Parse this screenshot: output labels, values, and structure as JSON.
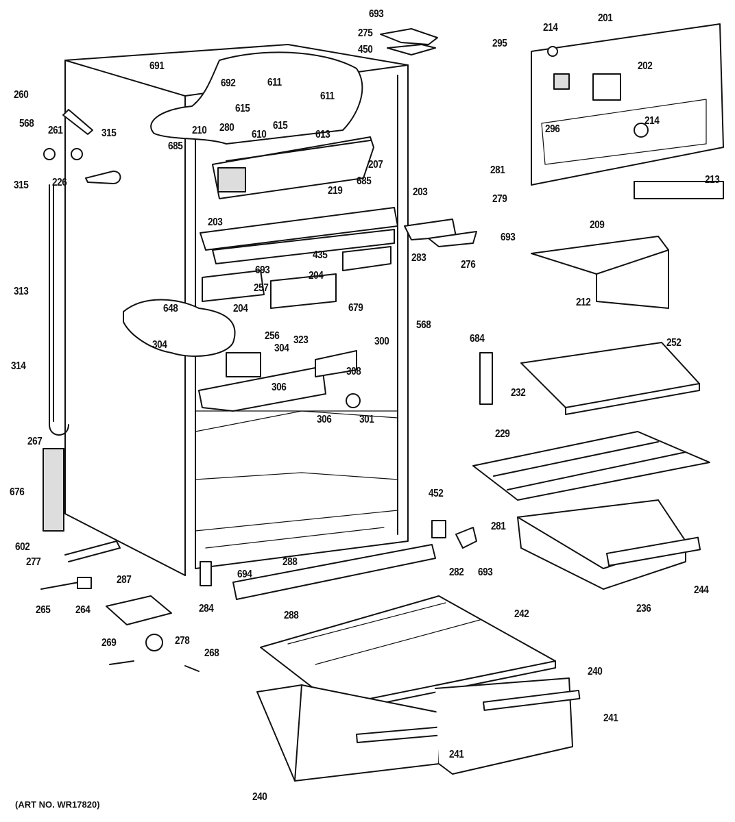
{
  "labels": [
    "693",
    "275",
    "450",
    "295",
    "214",
    "201",
    "202",
    "296",
    "214",
    "691",
    "692",
    "611",
    "611",
    "615",
    "615",
    "610",
    "613",
    "280",
    "260",
    "261",
    "568",
    "315",
    "315",
    "226",
    "685",
    "210",
    "207",
    "685",
    "281",
    "279",
    "213",
    "203",
    "203",
    "219",
    "209",
    "283",
    "276",
    "693",
    "212",
    "313",
    "693",
    "435",
    "204",
    "204",
    "257",
    "648",
    "679",
    "256",
    "323",
    "300",
    "568",
    "304",
    "304",
    "308",
    "306",
    "306",
    "301",
    "684",
    "252",
    "232",
    "314",
    "229",
    "267",
    "676",
    "452",
    "281",
    "602",
    "277",
    "288",
    "694",
    "284",
    "288",
    "282",
    "693",
    "244",
    "236",
    "287",
    "265",
    "264",
    "242",
    "269",
    "278",
    "268",
    "240",
    "241",
    "241",
    "240"
  ],
  "art_number": "(ART NO. WR17820)"
}
